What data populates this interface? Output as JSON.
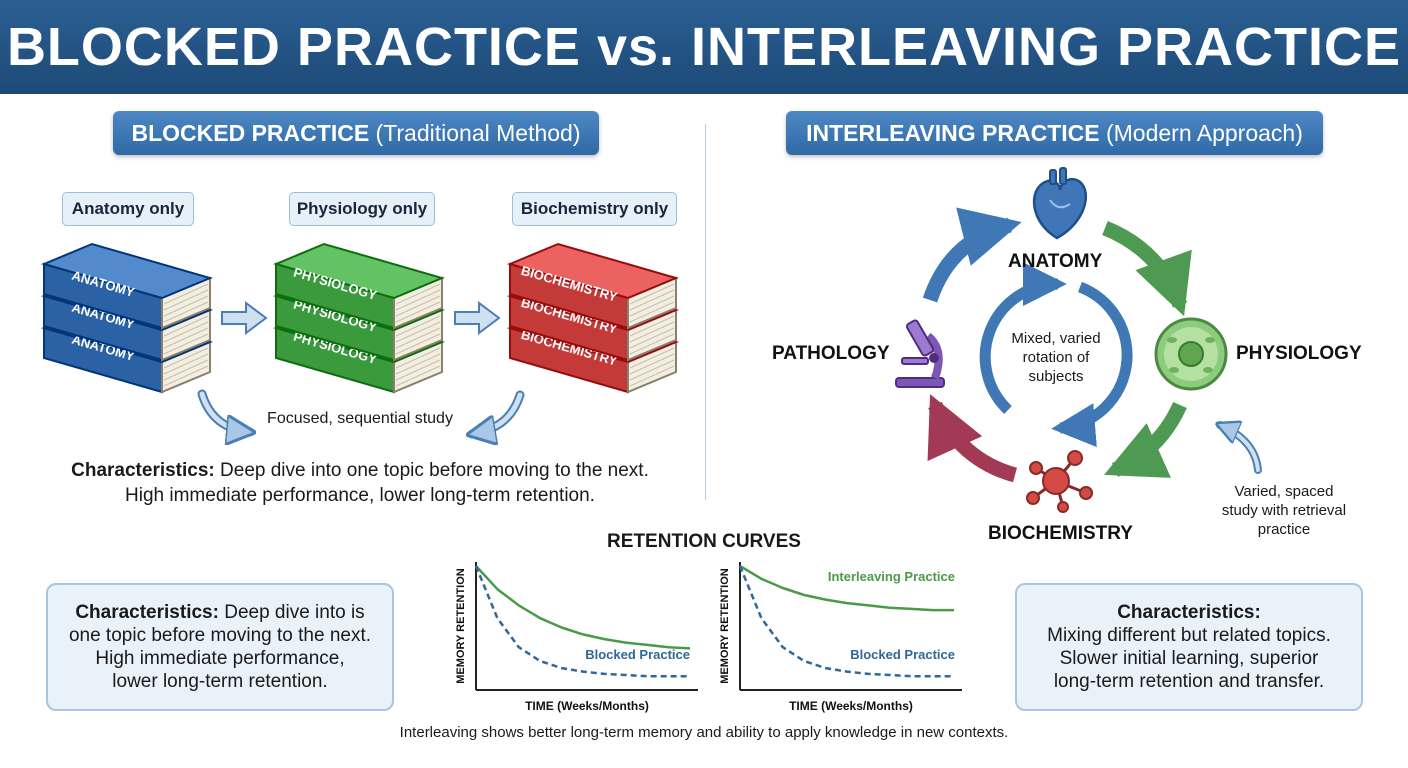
{
  "title": "BLOCKED PRACTICE vs. INTERLEAVING PRACTICE",
  "blocked": {
    "heading_bold": "BLOCKED PRACTICE",
    "heading_light": "(Traditional Method)",
    "tags": [
      "Anatomy only",
      "Physiology only",
      "Biochemistry only"
    ],
    "books": [
      {
        "label": "ANATOMY",
        "color": "#2b62a6"
      },
      {
        "label": "PHYSIOLOGY",
        "color": "#3a9a3c"
      },
      {
        "label": "BIOCHEMISTRY",
        "color": "#c33a38"
      }
    ],
    "focus_caption": "Focused, sequential study",
    "characteristics_label": "Characteristics:",
    "characteristics_line1": "Deep dive into one topic before moving to the next.",
    "characteristics_line2": "High immediate performance, lower long-term retention."
  },
  "interleaving": {
    "heading_bold": "INTERLEAVING PRACTICE",
    "heading_light": "(Modern Approach)",
    "nodes": {
      "anatomy": "ANATOMY",
      "physiology": "PHYSIOLOGY",
      "biochemistry": "BIOCHEMISTRY",
      "pathology": "PATHOLOGY"
    },
    "center_text_1": "Mixed, varied",
    "center_text_2": "rotation of",
    "center_text_3": "subjects",
    "side_note_1": "Varied, spaced",
    "side_note_2": "study with retrieval",
    "side_note_3": "practice"
  },
  "left_card": {
    "label": "Characteristics:",
    "line1": "Deep dive into is",
    "line2": "one topic before moving to the next.",
    "line3": "High immediate performance,",
    "line4": "lower long-term retention."
  },
  "right_card": {
    "label": "Characteristics:",
    "line1": "Mixing different but related topics.",
    "line2": "Slower initial learning, superior",
    "line3": "long-term retention and transfer."
  },
  "retention": {
    "title": "RETENTION CURVES",
    "caption": "Interleaving shows better long-term memory and ability to apply knowledge in new contexts."
  },
  "chart_data": [
    {
      "type": "line",
      "xlabel": "TIME (Weeks/Months)",
      "ylabel": "MEMORY RETENTION",
      "series": [
        {
          "name": "",
          "color": "#4a9a4a",
          "style": "solid",
          "x": [
            0,
            1,
            2,
            3,
            4,
            5,
            6,
            7,
            8,
            9,
            10
          ],
          "values": [
            1.0,
            0.8,
            0.66,
            0.55,
            0.47,
            0.41,
            0.37,
            0.34,
            0.32,
            0.3,
            0.29
          ]
        },
        {
          "name": "Blocked Practice",
          "color": "#2f6799",
          "style": "dashed",
          "x": [
            0,
            1,
            2,
            3,
            4,
            5,
            6,
            7,
            8,
            9,
            10
          ],
          "values": [
            1.0,
            0.55,
            0.3,
            0.18,
            0.12,
            0.09,
            0.07,
            0.06,
            0.05,
            0.05,
            0.05
          ]
        }
      ]
    },
    {
      "type": "line",
      "xlabel": "TIME (Weeks/Months)",
      "ylabel": "MEMORY RETENTION",
      "series": [
        {
          "name": "Interleaving Practice",
          "color": "#4a9a4a",
          "style": "solid",
          "x": [
            0,
            1,
            2,
            3,
            4,
            5,
            6,
            7,
            8,
            9,
            10
          ],
          "values": [
            1.0,
            0.89,
            0.81,
            0.75,
            0.71,
            0.68,
            0.66,
            0.64,
            0.63,
            0.62,
            0.62
          ]
        },
        {
          "name": "Blocked Practice",
          "color": "#2f6799",
          "style": "dashed",
          "x": [
            0,
            1,
            2,
            3,
            4,
            5,
            6,
            7,
            8,
            9,
            10
          ],
          "values": [
            1.0,
            0.55,
            0.3,
            0.18,
            0.12,
            0.09,
            0.07,
            0.06,
            0.05,
            0.05,
            0.05
          ]
        }
      ]
    }
  ]
}
